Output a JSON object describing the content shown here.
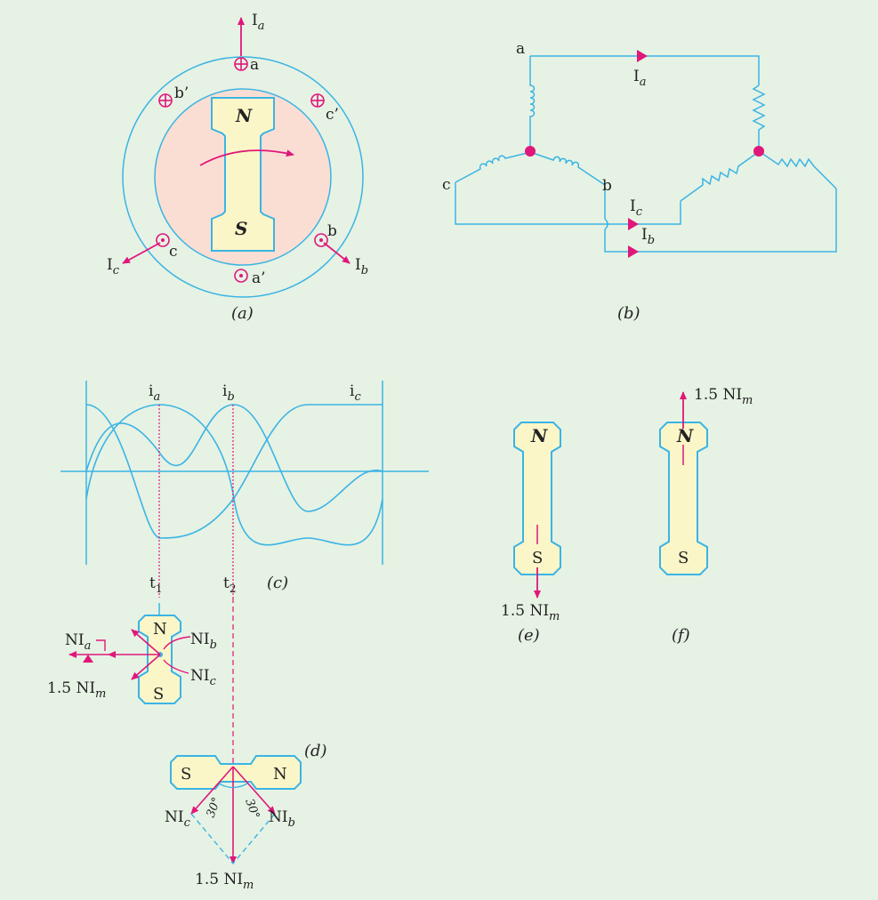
{
  "colors": {
    "background": "#e6f2e4",
    "line": "#3bb4e4",
    "accent": "#e0177a",
    "pole_fill": "#fbf6c8",
    "rotor_fill": "#fbded3"
  },
  "panel_a": {
    "caption": "(a)",
    "poles": {
      "north": "N",
      "south": "S"
    },
    "conductors": {
      "a": "a",
      "b": "b",
      "c": "c",
      "a_prime": "a’",
      "b_prime": "b’",
      "c_prime": "c’"
    },
    "currents": {
      "Ia": "I",
      "Ia_sub": "a",
      "Ib": "I",
      "Ib_sub": "b",
      "Ic": "I",
      "Ic_sub": "c"
    }
  },
  "panel_b": {
    "caption": "(b)",
    "terminals": {
      "a": "a",
      "b": "b",
      "c": "c"
    },
    "currents": {
      "Ia": "I",
      "Ia_sub": "a",
      "Ib": "I",
      "Ib_sub": "b",
      "Ic": "I",
      "Ic_sub": "c"
    }
  },
  "panel_c": {
    "caption": "(c)",
    "waves": {
      "ia": "i",
      "ia_sub": "a",
      "ib": "i",
      "ib_sub": "b",
      "ic": "i",
      "ic_sub": "c"
    },
    "times": {
      "t1": "t",
      "t1_sub": "1",
      "t2": "t",
      "t2_sub": "2"
    }
  },
  "panel_d": {
    "caption": "(d)",
    "poles": {
      "north": "N",
      "south": "S"
    },
    "labels": {
      "NIa": "NI",
      "NIa_sub": "a",
      "NIb": "NI",
      "NIb_sub": "b",
      "NIc": "NI",
      "NIc_sub": "c",
      "resultant": "1.5 NI",
      "resultant_sub": "m",
      "angle_left": "30°",
      "angle_right": "30°"
    }
  },
  "panel_e": {
    "caption": "(e)",
    "poles": {
      "north": "N",
      "south": "S"
    },
    "resultant": "1.5 NI",
    "resultant_sub": "m"
  },
  "panel_f": {
    "caption": "(f)",
    "poles": {
      "north": "N",
      "south": "S"
    },
    "resultant": "1.5 NI",
    "resultant_sub": "m"
  }
}
